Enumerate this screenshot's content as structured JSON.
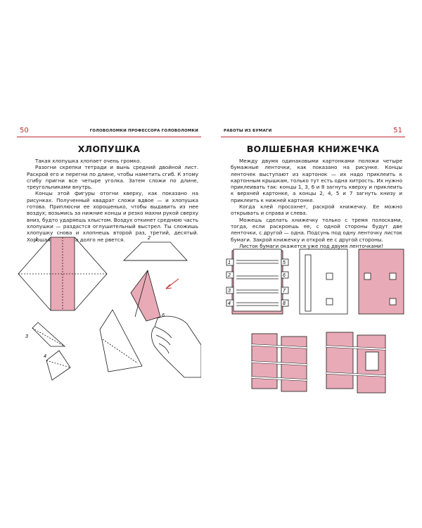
{
  "left_page": {
    "page_number": "50",
    "running_title": "ГОЛОВОЛОМКИ ПРОФЕССОРА ГОЛОВОЛОМКИ",
    "heading": "ХЛОПУШКА",
    "paragraphs": [
      "Такая хлопушка хлопает очень громко.",
      "Разогни скрепки тетради и вынь средний двойной лист. Раскрой его и перегни по длине, чтобы наметить сгиб. К этому сгибу пригни все четыре уголка. Затем сложи по длине, треугольниками внутрь.",
      "Концы этой фигуры отогни кверху, как показано на рисунках. Полученный квадрат сложи вдвое — и хлопушка готова. Приплюсни ее хорошенько, чтобы выдавить из нее воздух; возьмись за нижние концы и резко махни рукой сверху вниз, будто ударяешь хлыстом. Воздух откинет среднюю часть хлопушки — раздастся оглушительный выстрел. Ты сложишь хлопушку снова и хлопнешь второй раз, третий, десятый. Хорошая хлопушка долго не рвется."
    ],
    "figure_numbers": [
      "1",
      "2",
      "3",
      "4",
      "6"
    ]
  },
  "right_page": {
    "page_number": "51",
    "running_title": "РАБОТЫ ИЗ БУМАГИ",
    "heading": "ВОЛШЕБНАЯ КНИЖЕЧКА",
    "paragraphs": [
      "Между двумя одинаковыми картонками положи четыре бумажные ленточки, как показано на рисунке. Концы ленточек выступают из картонок — их надо приклеить к картонным крышкам, только тут есть одна хитрость. Их нужно приклеивать так: концы 1, 3, 6 и 8 загнуть кверху и приклеить к верхней картонке, а концы 2, 4, 5 и 7 загнуть книзу и приклеить к нижней картонке.",
      "Когда клей просохнет, раскрой книжечку. Ее можно открывать и справа и слева.",
      "Можешь сделать книжечку только с тремя полосками, тогда, если раскроешь ее, с одной стороны будут две ленточки, с другой — одна. Подсунь под одну ленточку листок бумаги. Закрой книжечку и открой ее с другой стороны.",
      "Листок бумаги окажется уже под двумя ленточками!"
    ],
    "tab_numbers": [
      "1",
      "2",
      "3",
      "4",
      "5",
      "6",
      "7",
      "8"
    ]
  },
  "colors": {
    "accent_red": "#c2292e",
    "paper_pink": "#e8aab6",
    "ink": "#1a1a1a"
  }
}
